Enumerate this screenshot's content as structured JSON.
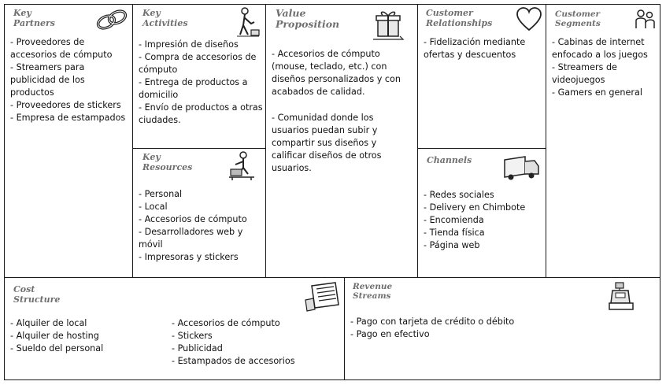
{
  "key_partners": {
    "title": "Key\nPartners",
    "icon": "chain-links-icon",
    "items": [
      "- Proveedores de accesorios de cómputo",
      "- Streamers para publicidad de los productos",
      "- Proveedores de stickers",
      "- Empresa de estampados"
    ]
  },
  "key_activities": {
    "title": "Key\nActivities",
    "icon": "worker-icon",
    "items": [
      "- Impresión de diseños",
      "- Compra de accesorios de cómputo",
      "- Entrega de productos a domicilio",
      "- Envío de productos a otras ciudades."
    ]
  },
  "key_resources": {
    "title": "Key\nResources",
    "icon": "forklift-worker-icon",
    "items": [
      "- Personal",
      "- Local",
      "- Accesorios de cómputo",
      "- Desarrolladores web y móvil",
      "- Impresoras y stickers"
    ]
  },
  "value_proposition": {
    "title": "Value\nProposition",
    "icon": "gift-icon",
    "paragraphs": [
      "- Accesorios de cómputo (mouse, teclado, etc.) con diseños personalizados y con acabados de calidad.",
      "- Comunidad donde los usuarios puedan subir y compartir sus diseños y calificar diseños de otros usuarios."
    ]
  },
  "customer_relationships": {
    "title": "Customer\nRelationships",
    "icon": "heart-icon",
    "items": [
      "- Fidelización mediante ofertas y descuentos"
    ]
  },
  "channels": {
    "title": "Channels",
    "icon": "truck-icon",
    "items": [
      "- Redes sociales",
      "- Delivery en Chimbote",
      "- Encomienda",
      "- Tienda física",
      "- Página web"
    ]
  },
  "customer_segments": {
    "title": "Customer\nSegments",
    "icon": "people-icon",
    "items": [
      "- Cabinas de internet enfocado a los juegos",
      "- Streamers de videojuegos",
      "- Gamers en general"
    ]
  },
  "cost_structure": {
    "title": "Cost\nStructure",
    "icon": "receipt-icon",
    "items_left": [
      "- Alquiler de local",
      "- Alquiler de hosting",
      "- Sueldo del personal"
    ],
    "items_right": [
      "- Accesorios de cómputo",
      "- Stickers",
      "- Publicidad",
      "- Estampados de accesorios"
    ]
  },
  "revenue_streams": {
    "title": "Revenue\nStreams",
    "icon": "cash-register-icon",
    "items": [
      "- Pago con tarjeta de crédito o débito",
      "- Pago en efectivo"
    ]
  }
}
